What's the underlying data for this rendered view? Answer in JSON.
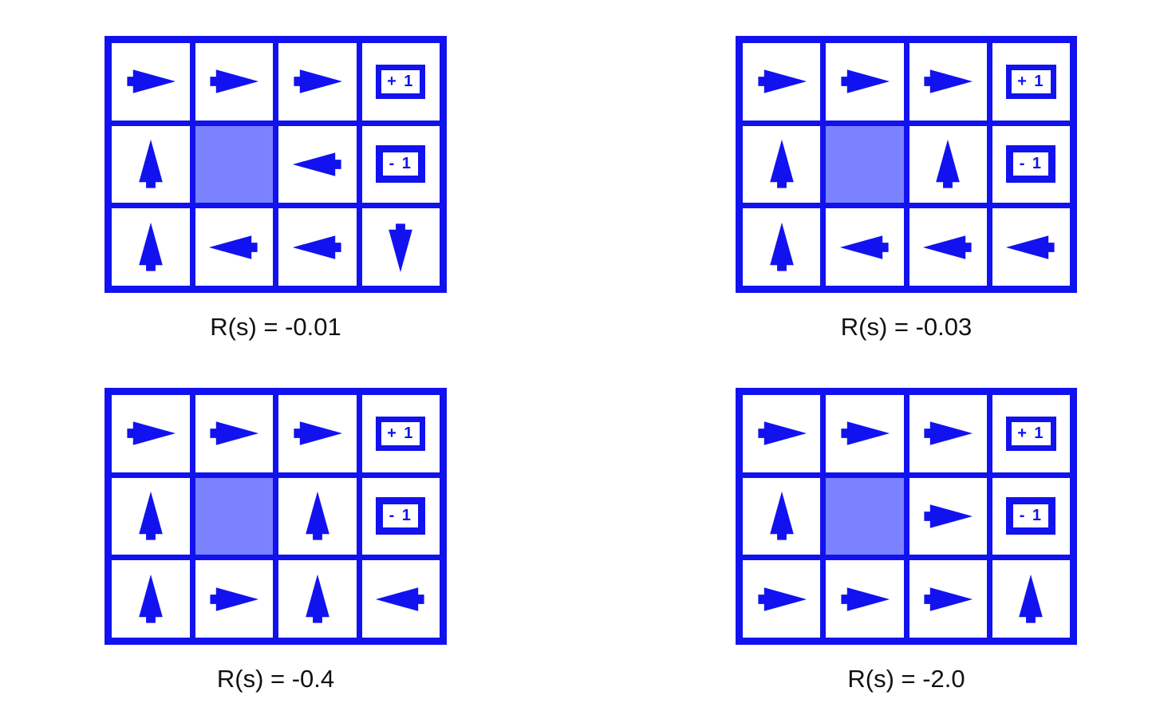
{
  "figure": {
    "title": "",
    "colors": {
      "blue": "#1212F0",
      "blocked": "#7B82FF",
      "cell_background": "#FFFFFF",
      "caption_text": "#111111",
      "page_background": "#FFFFFF"
    },
    "grid_shape": {
      "rows": 3,
      "cols": 4
    },
    "legend": {
      "positive_terminal_label": "+ 1",
      "negative_terminal_label": "- 1",
      "blocked_cell_name": "wall"
    }
  },
  "panels": [
    {
      "id": "panel-r-001",
      "caption": "R(s) = -0.01",
      "reward": -0.01,
      "policy": [
        [
          "right",
          "right",
          "right",
          "terminal-positive"
        ],
        [
          "up",
          "blocked",
          "left",
          "terminal-negative"
        ],
        [
          "up",
          "left",
          "left",
          "down"
        ]
      ],
      "cells": [
        [
          {
            "type": "arrow",
            "dir": "right",
            "icon": "arrow-right-icon"
          },
          {
            "type": "arrow",
            "dir": "right",
            "icon": "arrow-right-icon"
          },
          {
            "type": "arrow",
            "dir": "right",
            "icon": "arrow-right-icon"
          },
          {
            "type": "badge",
            "label": "+ 1",
            "variant": "pos",
            "icon": "plus-one-badge-icon"
          }
        ],
        [
          {
            "type": "arrow",
            "dir": "up",
            "icon": "arrow-up-icon"
          },
          {
            "type": "blocked",
            "icon": "wall-cell-icon"
          },
          {
            "type": "arrow",
            "dir": "left",
            "icon": "arrow-left-icon"
          },
          {
            "type": "badge",
            "label": "- 1",
            "variant": "neg",
            "icon": "minus-one-badge-icon"
          }
        ],
        [
          {
            "type": "arrow",
            "dir": "up",
            "icon": "arrow-up-icon"
          },
          {
            "type": "arrow",
            "dir": "left",
            "icon": "arrow-left-icon"
          },
          {
            "type": "arrow",
            "dir": "left",
            "icon": "arrow-left-icon"
          },
          {
            "type": "arrow",
            "dir": "down",
            "icon": "arrow-down-icon"
          }
        ]
      ]
    },
    {
      "id": "panel-r-003",
      "caption": "R(s) = -0.03",
      "reward": -0.03,
      "policy": [
        [
          "right",
          "right",
          "right",
          "terminal-positive"
        ],
        [
          "up",
          "blocked",
          "up",
          "terminal-negative"
        ],
        [
          "up",
          "left",
          "left",
          "left"
        ]
      ],
      "cells": [
        [
          {
            "type": "arrow",
            "dir": "right",
            "icon": "arrow-right-icon"
          },
          {
            "type": "arrow",
            "dir": "right",
            "icon": "arrow-right-icon"
          },
          {
            "type": "arrow",
            "dir": "right",
            "icon": "arrow-right-icon"
          },
          {
            "type": "badge",
            "label": "+ 1",
            "variant": "pos",
            "icon": "plus-one-badge-icon"
          }
        ],
        [
          {
            "type": "arrow",
            "dir": "up",
            "icon": "arrow-up-icon"
          },
          {
            "type": "blocked",
            "icon": "wall-cell-icon"
          },
          {
            "type": "arrow",
            "dir": "up",
            "icon": "arrow-up-icon"
          },
          {
            "type": "badge",
            "label": "- 1",
            "variant": "neg",
            "icon": "minus-one-badge-icon"
          }
        ],
        [
          {
            "type": "arrow",
            "dir": "up",
            "icon": "arrow-up-icon"
          },
          {
            "type": "arrow",
            "dir": "left",
            "icon": "arrow-left-icon"
          },
          {
            "type": "arrow",
            "dir": "left",
            "icon": "arrow-left-icon"
          },
          {
            "type": "arrow",
            "dir": "left",
            "icon": "arrow-left-icon"
          }
        ]
      ]
    },
    {
      "id": "panel-r-04",
      "caption": "R(s) = -0.4",
      "reward": -0.4,
      "policy": [
        [
          "right",
          "right",
          "right",
          "terminal-positive"
        ],
        [
          "up",
          "blocked",
          "up",
          "terminal-negative"
        ],
        [
          "up",
          "right",
          "up",
          "left"
        ]
      ],
      "cells": [
        [
          {
            "type": "arrow",
            "dir": "right",
            "icon": "arrow-right-icon"
          },
          {
            "type": "arrow",
            "dir": "right",
            "icon": "arrow-right-icon"
          },
          {
            "type": "arrow",
            "dir": "right",
            "icon": "arrow-right-icon"
          },
          {
            "type": "badge",
            "label": "+ 1",
            "variant": "pos",
            "icon": "plus-one-badge-icon"
          }
        ],
        [
          {
            "type": "arrow",
            "dir": "up",
            "icon": "arrow-up-icon"
          },
          {
            "type": "blocked",
            "icon": "wall-cell-icon"
          },
          {
            "type": "arrow",
            "dir": "up",
            "icon": "arrow-up-icon"
          },
          {
            "type": "badge",
            "label": "- 1",
            "variant": "neg",
            "icon": "minus-one-badge-icon"
          }
        ],
        [
          {
            "type": "arrow",
            "dir": "up",
            "icon": "arrow-up-icon"
          },
          {
            "type": "arrow",
            "dir": "right",
            "icon": "arrow-right-icon"
          },
          {
            "type": "arrow",
            "dir": "up",
            "icon": "arrow-up-icon"
          },
          {
            "type": "arrow",
            "dir": "left",
            "icon": "arrow-left-icon"
          }
        ]
      ]
    },
    {
      "id": "panel-r-20",
      "caption": "R(s) = -2.0",
      "reward": -2.0,
      "policy": [
        [
          "right",
          "right",
          "right",
          "terminal-positive"
        ],
        [
          "up",
          "blocked",
          "right",
          "terminal-negative"
        ],
        [
          "right",
          "right",
          "right",
          "up"
        ]
      ],
      "cells": [
        [
          {
            "type": "arrow",
            "dir": "right",
            "icon": "arrow-right-icon"
          },
          {
            "type": "arrow",
            "dir": "right",
            "icon": "arrow-right-icon"
          },
          {
            "type": "arrow",
            "dir": "right",
            "icon": "arrow-right-icon"
          },
          {
            "type": "badge",
            "label": "+ 1",
            "variant": "pos",
            "icon": "plus-one-badge-icon"
          }
        ],
        [
          {
            "type": "arrow",
            "dir": "up",
            "icon": "arrow-up-icon"
          },
          {
            "type": "blocked",
            "icon": "wall-cell-icon"
          },
          {
            "type": "arrow",
            "dir": "right",
            "icon": "arrow-right-icon"
          },
          {
            "type": "badge",
            "label": "- 1",
            "variant": "neg",
            "icon": "minus-one-badge-icon"
          }
        ],
        [
          {
            "type": "arrow",
            "dir": "right",
            "icon": "arrow-right-icon"
          },
          {
            "type": "arrow",
            "dir": "right",
            "icon": "arrow-right-icon"
          },
          {
            "type": "arrow",
            "dir": "right",
            "icon": "arrow-right-icon"
          },
          {
            "type": "arrow",
            "dir": "up",
            "icon": "arrow-up-icon"
          }
        ]
      ]
    }
  ]
}
